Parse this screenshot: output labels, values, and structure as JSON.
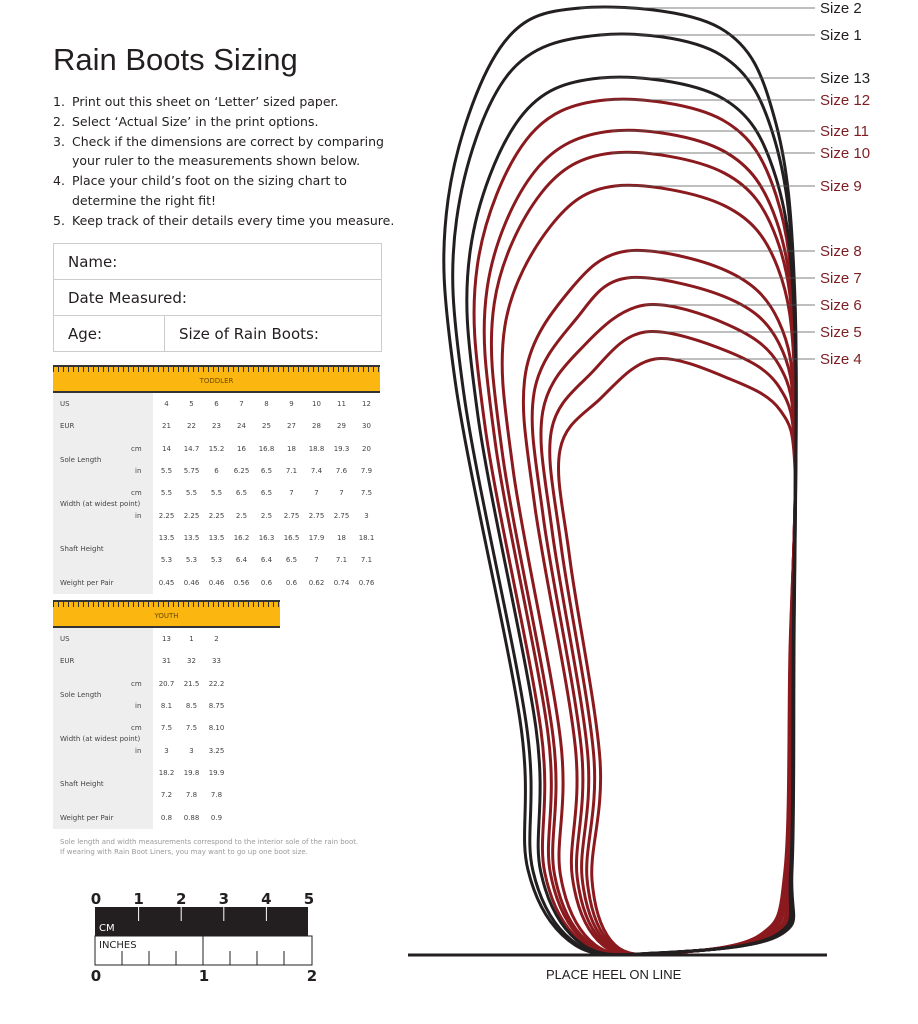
{
  "title": "Rain Boots Sizing",
  "steps": [
    {
      "n": "1.",
      "text": "Print out this sheet on ‘Letter’ sized paper."
    },
    {
      "n": "2.",
      "text": "Select ‘Actual Size’ in the print options."
    },
    {
      "n": "3.",
      "text": "Check if the dimensions are correct by comparing"
    },
    {
      "n": "",
      "text": "your ruler to the measurements shown below."
    },
    {
      "n": "4.",
      "text": "Place your child’s foot on the sizing chart to"
    },
    {
      "n": "",
      "text": "determine the right fit!"
    },
    {
      "n": "5.",
      "text": "Keep track of their details every time you measure."
    }
  ],
  "form": {
    "name": "Name:",
    "date": "Date Measured:",
    "age": "Age:",
    "size": "Size of Rain Boots:"
  },
  "toddler": {
    "title": "TODDLER",
    "us": {
      "label": "US",
      "values": [
        "4",
        "5",
        "6",
        "7",
        "8",
        "9",
        "10",
        "11",
        "12"
      ]
    },
    "eur": {
      "label": "EUR",
      "values": [
        "21",
        "22",
        "23",
        "24",
        "25",
        "27",
        "28",
        "29",
        "30"
      ]
    },
    "sole": {
      "label": "Sole Length",
      "cm": [
        "14",
        "14.7",
        "15.2",
        "16",
        "16.8",
        "18",
        "18.8",
        "19.3",
        "20"
      ],
      "in": [
        "5.5",
        "5.75",
        "6",
        "6.25",
        "6.5",
        "7.1",
        "7.4",
        "7.6",
        "7.9"
      ]
    },
    "width": {
      "label": "Width (at widest point)",
      "cm": [
        "5.5",
        "5.5",
        "5.5",
        "6.5",
        "6.5",
        "7",
        "7",
        "7",
        "7.5"
      ],
      "in": [
        "2.25",
        "2.25",
        "2.25",
        "2.5",
        "2.5",
        "2.75",
        "2.75",
        "2.75",
        "3"
      ]
    },
    "shaft": {
      "label": "Shaft Height",
      "a": [
        "13.5",
        "13.5",
        "13.5",
        "16.2",
        "16.3",
        "16.5",
        "17.9",
        "18",
        "18.1"
      ],
      "b": [
        "5.3",
        "5.3",
        "5.3",
        "6.4",
        "6.4",
        "6.5",
        "7",
        "7.1",
        "7.1"
      ]
    },
    "weight": {
      "label": "Weight per Pair",
      "values": [
        "0.45",
        "0.46",
        "0.46",
        "0.56",
        "0.6",
        "0.6",
        "0.62",
        "0.74",
        "0.76"
      ]
    }
  },
  "youth": {
    "title": "YOUTH",
    "us": {
      "label": "US",
      "values": [
        "13",
        "1",
        "2"
      ]
    },
    "eur": {
      "label": "EUR",
      "values": [
        "31",
        "32",
        "33"
      ]
    },
    "sole": {
      "label": "Sole Length",
      "cm": [
        "20.7",
        "21.5",
        "22.2"
      ],
      "in": [
        "8.1",
        "8.5",
        "8.75"
      ]
    },
    "width": {
      "label": "Width (at widest point)",
      "cm": [
        "7.5",
        "7.5",
        "8.10"
      ],
      "in": [
        "3",
        "3",
        "3.25"
      ]
    },
    "shaft": {
      "label": "Shaft Height",
      "a": [
        "18.2",
        "19.8",
        "19.9"
      ],
      "b": [
        "7.2",
        "7.8",
        "7.8"
      ]
    },
    "weight": {
      "label": "Weight per Pair",
      "values": [
        "0.8",
        "0.88",
        "0.9"
      ]
    }
  },
  "units": {
    "cm": "cm",
    "in": "in"
  },
  "note": [
    "Sole length and width measurements correspond to the interior sole of the rain boot.",
    "If wearing with Rain Boot Liners, you may want to go up one boot size."
  ],
  "ruler": {
    "cm_label": "CM",
    "in_label": "INCHES",
    "cm_ticks": [
      "0",
      "1",
      "2",
      "3",
      "4",
      "5"
    ],
    "in_ticks": [
      "0",
      "1",
      "2"
    ]
  },
  "sizes": [
    {
      "label": "Size 2",
      "color": "#231f20"
    },
    {
      "label": "Size 1",
      "color": "#231f20"
    },
    {
      "label": "Size 13",
      "color": "#231f20"
    },
    {
      "label": "Size 12",
      "color": "#7d1e22"
    },
    {
      "label": "Size 11",
      "color": "#7d1e22"
    },
    {
      "label": "Size 10",
      "color": "#7d1e22"
    },
    {
      "label": "Size 9",
      "color": "#7d1e22"
    },
    {
      "label": "Size 8",
      "color": "#7d1e22"
    },
    {
      "label": "Size 7",
      "color": "#7d1e22"
    },
    {
      "label": "Size 6",
      "color": "#7d1e22"
    },
    {
      "label": "Size 5",
      "color": "#7d1e22"
    },
    {
      "label": "Size 4",
      "color": "#7d1e22"
    }
  ],
  "heel_label": "PLACE HEEL ON LINE",
  "colors": {
    "accent": "#fbb710",
    "outline_red": "#8b1a1f",
    "outline_black": "#231f20"
  }
}
